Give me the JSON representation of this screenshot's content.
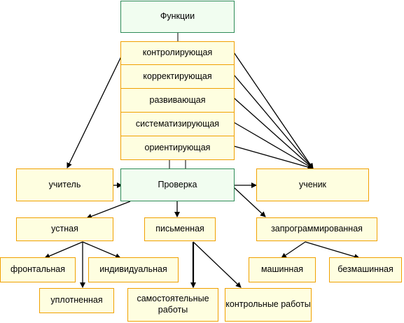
{
  "colors": {
    "orange_border": "#f0a000",
    "orange_fill": "#fefee0",
    "green_border": "#2e8b57",
    "green_fill": "#f1fdf0",
    "arrow": "#000000"
  },
  "nodes": {
    "functions": "Функции",
    "controlling": "контролирующая",
    "correcting": "корректирующая",
    "developing": "развивающая",
    "systematizing": "систематизирующая",
    "orienting": "ориентирующая",
    "teacher": "учитель",
    "check": "Проверка",
    "student": "ученик",
    "oral": "устная",
    "written": "письменная",
    "programmed": "запрограммированная",
    "frontal": "фронтальная",
    "individual": "индивидуальная",
    "compacted": "уплотненная",
    "independent_works": "самостоятельные работы",
    "control_works": "контрольные работы",
    "machine": "машинная",
    "machineless": "безмашинная"
  }
}
